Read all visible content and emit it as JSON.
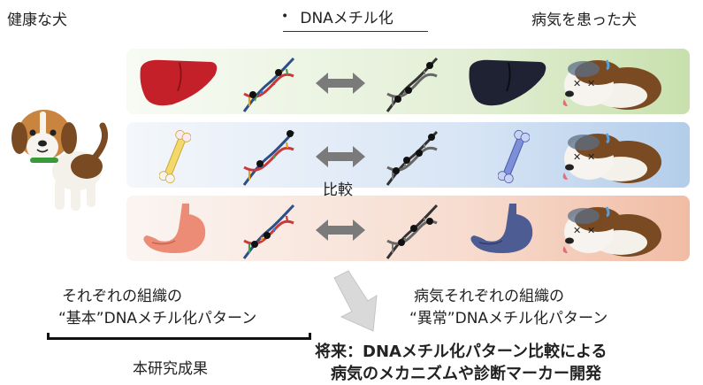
{
  "header": {
    "healthy_dog_label": "健康な犬",
    "bullet": "•",
    "topic_title": "DNAメチル化",
    "sick_dog_label": "病気を患った犬"
  },
  "rows": [
    {
      "tissue": "liver",
      "healthy_color": "#c4202a",
      "disease_color": "#1f2233",
      "band_color": "#c8e0ad"
    },
    {
      "tissue": "bone",
      "healthy_color": "#f3d86a",
      "disease_color": "#7d8fd8",
      "band_color": "#b3cdea"
    },
    {
      "tissue": "stomach",
      "healthy_color": "#ec8c77",
      "disease_color": "#4e5c94",
      "band_color": "#f1bca4"
    }
  ],
  "compare_label": "比較",
  "left_caption": {
    "line1": "それぞれの組織の",
    "line2": "“基本”DNAメチル化パターン"
  },
  "right_caption": {
    "line1": "病気それぞれの組織の",
    "line2": "“異常”DNAメチル化パターン"
  },
  "bracket_label": "本研究成果",
  "future": {
    "line1": "将来：DNAメチル化パターン比較による",
    "line2": "病気のメカニズムや診断マーカー開発"
  },
  "colors": {
    "double_arrow": "#7a7a7a",
    "big_arrow": "#d9d9d9",
    "methyl_dot": "#111111"
  }
}
